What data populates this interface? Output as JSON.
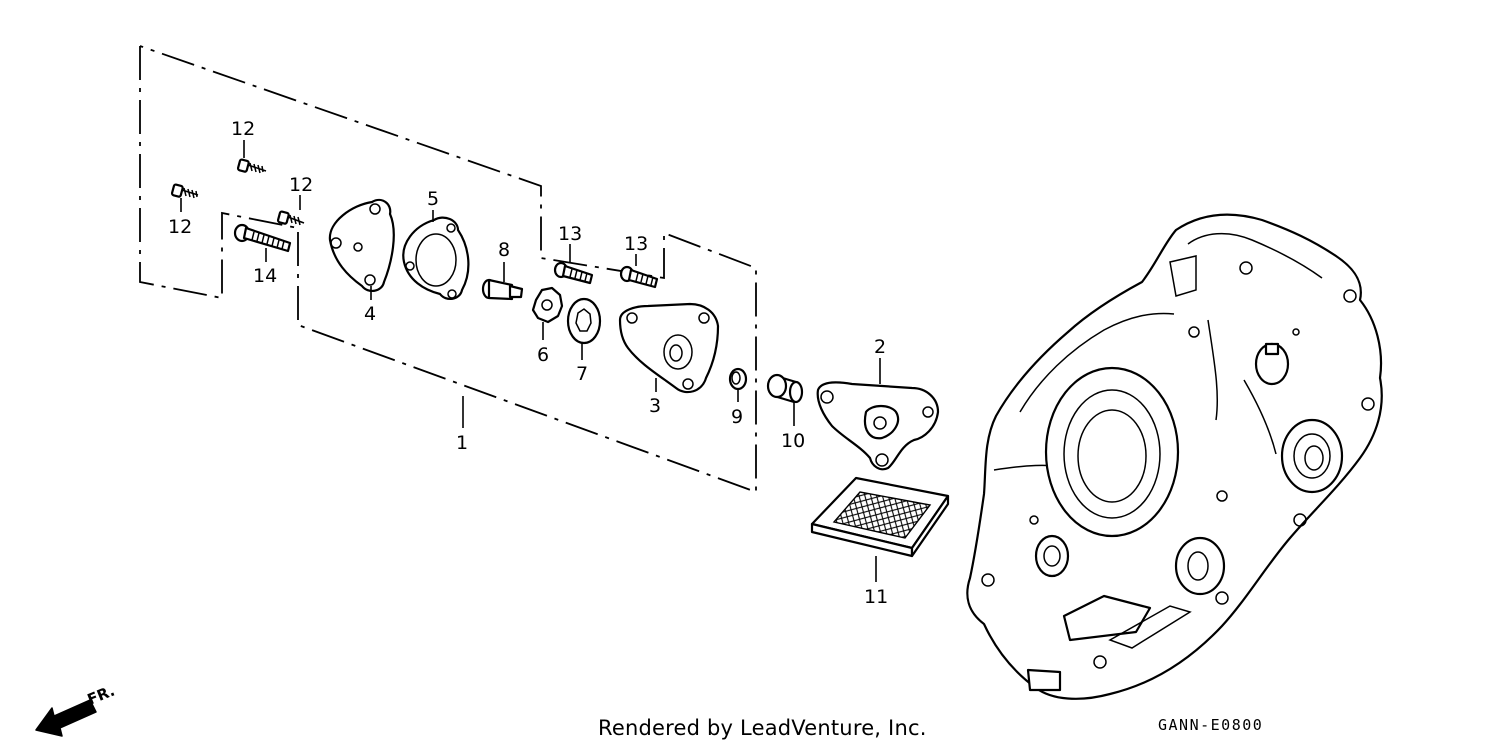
{
  "callouts": {
    "c1": "1",
    "c2": "2",
    "c3": "3",
    "c4": "4",
    "c5": "5",
    "c6": "6",
    "c7": "7",
    "c8": "8",
    "c9": "9",
    "c10": "10",
    "c11": "11",
    "c12a": "12",
    "c12b": "12",
    "c12c": "12",
    "c13a": "13",
    "c13b": "13",
    "c14": "14"
  },
  "direction": {
    "label": "FR."
  },
  "footer": {
    "credit": "Rendered by LeadVenture, Inc.",
    "code": "GANN-E0800"
  }
}
